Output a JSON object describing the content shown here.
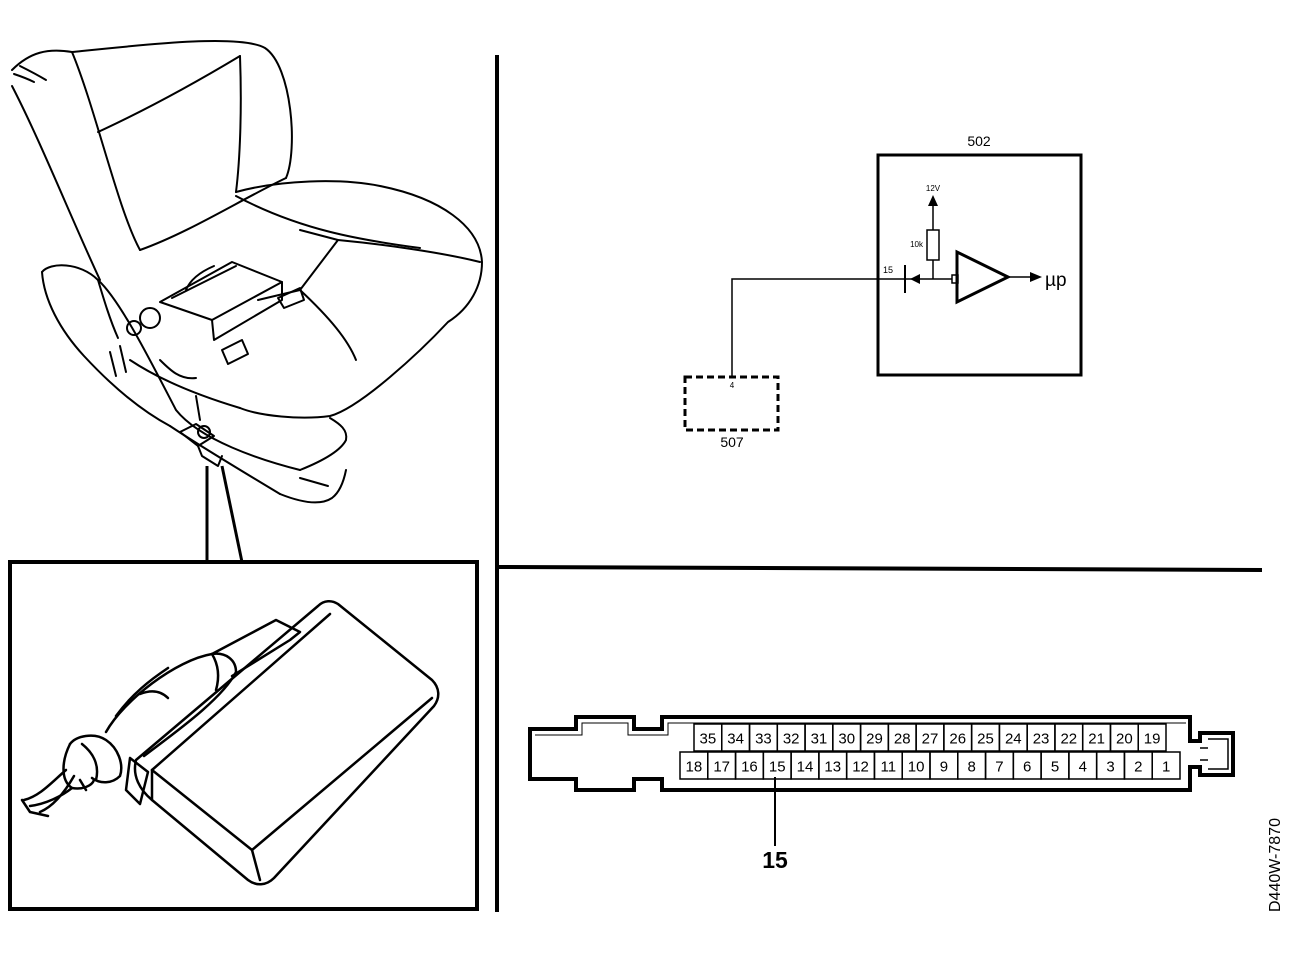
{
  "schematic": {
    "module_502": "502",
    "module_507": "507",
    "supply": "12V",
    "resistor": "10k",
    "pin_in": "15",
    "pin_sensor": "4",
    "output": "µp"
  },
  "connector": {
    "top_row": [
      "35",
      "34",
      "33",
      "32",
      "31",
      "30",
      "29",
      "28",
      "27",
      "26",
      "25",
      "24",
      "23",
      "22",
      "21",
      "20",
      "19"
    ],
    "bottom_row": [
      "18",
      "17",
      "16",
      "15",
      "14",
      "13",
      "12",
      "11",
      "10",
      "9",
      "8",
      "7",
      "6",
      "5",
      "4",
      "3",
      "2",
      "1"
    ],
    "callout": "15"
  },
  "figure_code": "D440W-7870"
}
